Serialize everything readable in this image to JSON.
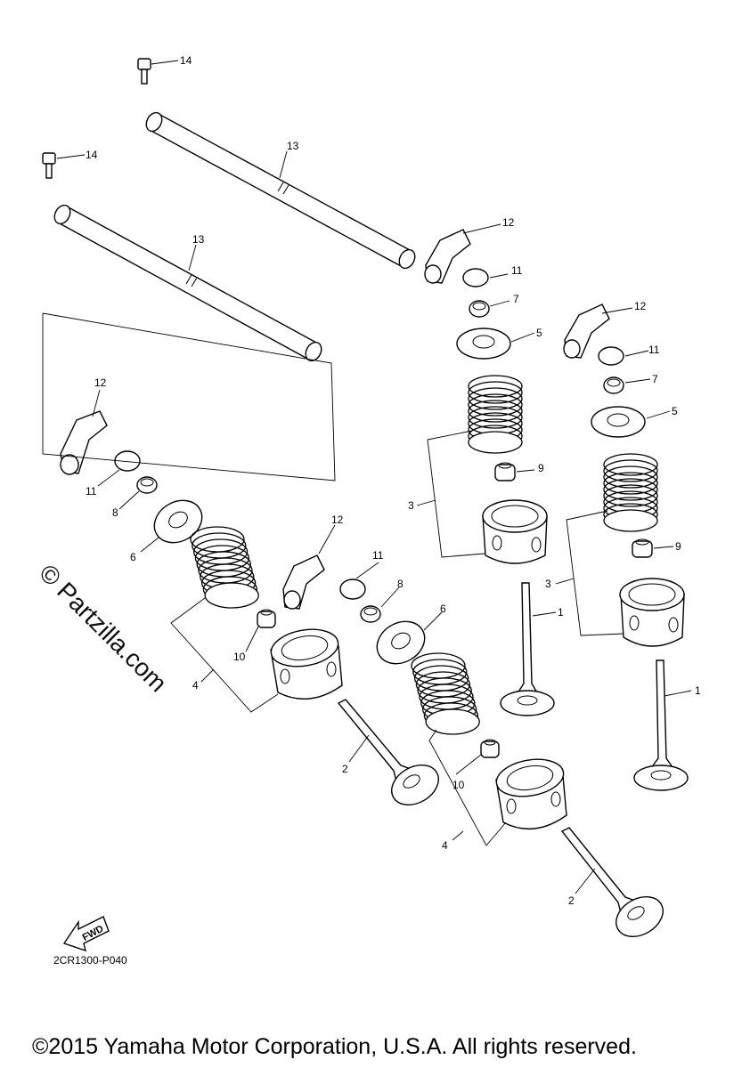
{
  "watermark": "© Partzilla.com",
  "callouts": {
    "n1": "1",
    "n2": "2",
    "n3": "3",
    "n4": "4",
    "n5": "5",
    "n6": "6",
    "n7": "7",
    "n8": "8",
    "n9": "9",
    "n10": "10",
    "n11": "11",
    "n12": "12",
    "n13": "13",
    "n14": "14"
  },
  "fwd_label": "FWD",
  "diagram_ref": "2CR1300-P040",
  "copyright": "©2015 Yamaha Motor Corporation, U.S.A. All rights reserved."
}
